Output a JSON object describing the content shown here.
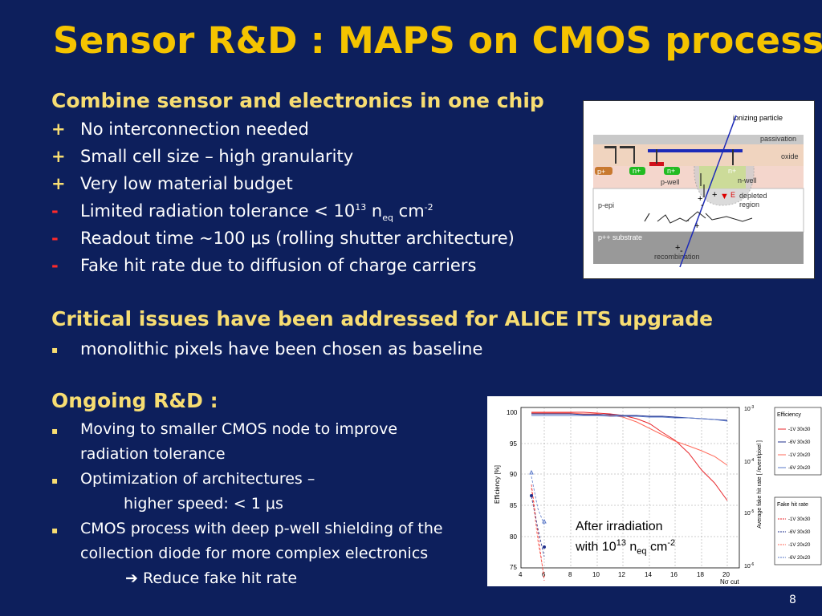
{
  "title": "Sensor R&D : MAPS on CMOS process",
  "section1": {
    "heading": "Combine sensor and electronics in one chip",
    "items": [
      {
        "marker": "+",
        "text": "No interconnection needed"
      },
      {
        "marker": "+",
        "text": "Small cell size – high granularity"
      },
      {
        "marker": "+",
        "text": "Very low material budget"
      },
      {
        "marker": "-",
        "text_before": "Limited radiation tolerance < 10",
        "sup": "13",
        "n": " n",
        "sub": "eq",
        "unit": " cm",
        "unit_sup": "-2"
      },
      {
        "marker": "-",
        "text": "Readout time ~100 μs (rolling shutter architecture)"
      },
      {
        "marker": "-",
        "text": "Fake hit rate due to diffusion of charge carriers"
      }
    ]
  },
  "section2": {
    "heading": "Critical issues have been addressed for ALICE ITS upgrade",
    "items": [
      {
        "marker": "▪",
        "text": "monolithic pixels have been chosen as baseline"
      }
    ]
  },
  "section3": {
    "heading": "Ongoing R&D :",
    "items": [
      {
        "marker": "▪",
        "line1": "Moving to smaller CMOS node to improve",
        "line2": "radiation tolerance"
      },
      {
        "marker": "▪",
        "line1": "Optimization of architectures –",
        "line2": "higher speed: < 1 μs"
      },
      {
        "marker": "▪",
        "line1": "CMOS process with deep p-well shielding of the",
        "line2": "collection diode for more complex electronics",
        "line3": "Reduce fake hit rate"
      }
    ]
  },
  "diagram": {
    "labels": {
      "ionizing": "ionizing particle",
      "passivation": "passivation",
      "oxide": "oxide",
      "pplus": "p+",
      "nplus1": "n+",
      "nplus2": "n+",
      "nplus3": "n+",
      "pwell": "p-well",
      "nwell": "n-well",
      "depleted1": "depleted",
      "depleted2": "region",
      "efield": "E",
      "pepi": "p-epi",
      "substrate": "p++ substrate",
      "recomb": "recombination"
    }
  },
  "plot": {
    "note_line1": "After irradiation",
    "note_line2_a": "with 10",
    "note_sup": "13",
    "note_n": " n",
    "note_sub": "eq",
    "note_unit": " cm",
    "note_unit_sup": "-2",
    "legend_eff_title": "Efficiency",
    "legend_eff": [
      "-1V 30x30",
      "-6V 30x30",
      "-1V 20x20",
      "-6V 20x20"
    ],
    "legend_fake_title": "Fake hit rate",
    "legend_fake": [
      "-1V 30x30",
      "-6V 30x30",
      "-1V 20x20",
      "-6V 20x20"
    ],
    "ylabel_left": "Efficiency [%]",
    "ylabel_right": "Average fake hit rate [ /event/pixel ]",
    "xlabel": "Nσ cut",
    "x_ticks": [
      "4",
      "6",
      "8",
      "10",
      "12",
      "14",
      "16",
      "18",
      "20"
    ],
    "y_ticks": [
      "75",
      "80",
      "85",
      "90",
      "95",
      "100"
    ],
    "y2_ticks": [
      "10",
      "10",
      "10",
      "10"
    ],
    "y2_exp": [
      "-3",
      "-4",
      "-5",
      "-6"
    ],
    "colors": {
      "red": "#e8282d",
      "blue": "#1f2f8c",
      "salmon": "#ff6a5a",
      "lightblue": "#5a78c8"
    }
  },
  "page_number": "8"
}
